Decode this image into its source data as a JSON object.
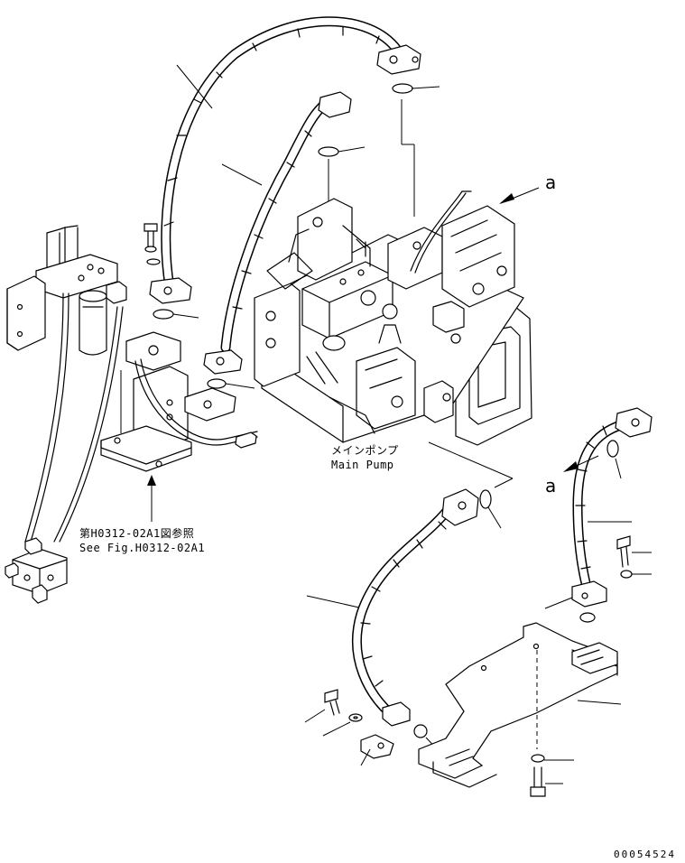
{
  "labels": {
    "ref_a_top": "a",
    "ref_a_right": "a",
    "main_pump_jp": "メインポンプ",
    "main_pump_en": "Main Pump",
    "see_fig_jp": "第H0312-02A1図参照",
    "see_fig_en": "See Fig.H0312-02A1",
    "figure_id": "00054524"
  }
}
